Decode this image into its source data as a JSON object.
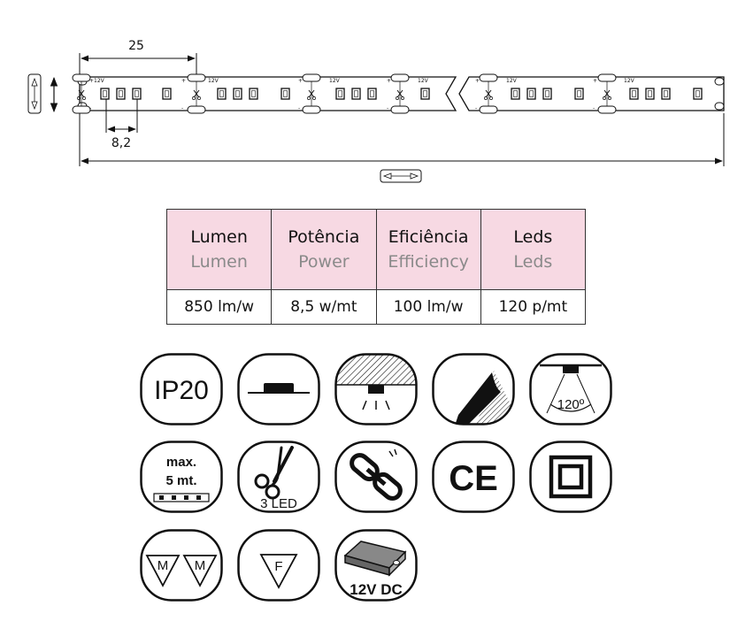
{
  "diagram": {
    "pitch_dim": "25",
    "led_dim": "8,2",
    "voltage_mark": "12V",
    "plus": "+",
    "minus": "-"
  },
  "specs": {
    "headers": [
      {
        "pt": "Lumen",
        "en": "Lumen"
      },
      {
        "pt": "Potência",
        "en": "Power"
      },
      {
        "pt": "Eficiência",
        "en": "Efficiency"
      },
      {
        "pt": "Leds",
        "en": "Leds"
      }
    ],
    "values": [
      "850 lm/w",
      "8,5 w/mt",
      "100 lm/w",
      "120 p/mt"
    ]
  },
  "icons": {
    "ip_rating": "IP20",
    "beam_angle": "120º",
    "max_length_line1": "max.",
    "max_length_line2": "5 mt.",
    "cut_label": "3 LED",
    "ce_mark": "CE",
    "mm_mark": "M",
    "f_mark": "F",
    "voltage": "12V DC"
  }
}
